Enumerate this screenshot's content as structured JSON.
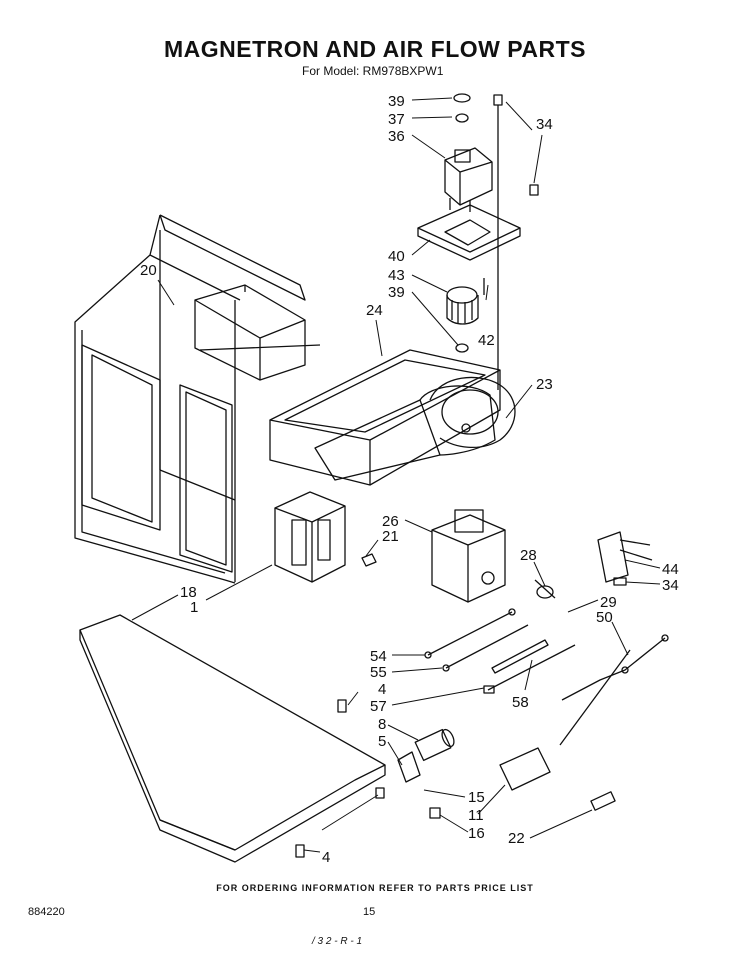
{
  "header": {
    "title": "MAGNETRON AND AIR FLOW PARTS",
    "model_line": "For Model: RM978BXPW1"
  },
  "callouts": [
    "39",
    "37",
    "36",
    "34",
    "40",
    "43",
    "39",
    "24",
    "42",
    "20",
    "23",
    "26",
    "21",
    "28",
    "44",
    "34",
    "18",
    "1",
    "29",
    "50",
    "54",
    "55",
    "4",
    "57",
    "58",
    "8",
    "5",
    "15",
    "11",
    "16",
    "22",
    "4"
  ],
  "footer": {
    "ordering_note": "FOR ORDERING INFORMATION REFER TO PARTS PRICE LIST",
    "doc_number": "884220",
    "page_number": "15",
    "handwritten_mark": "/ 3 2 - R - 1"
  },
  "colors": {
    "ink": "#111111",
    "paper": "#ffffff"
  }
}
